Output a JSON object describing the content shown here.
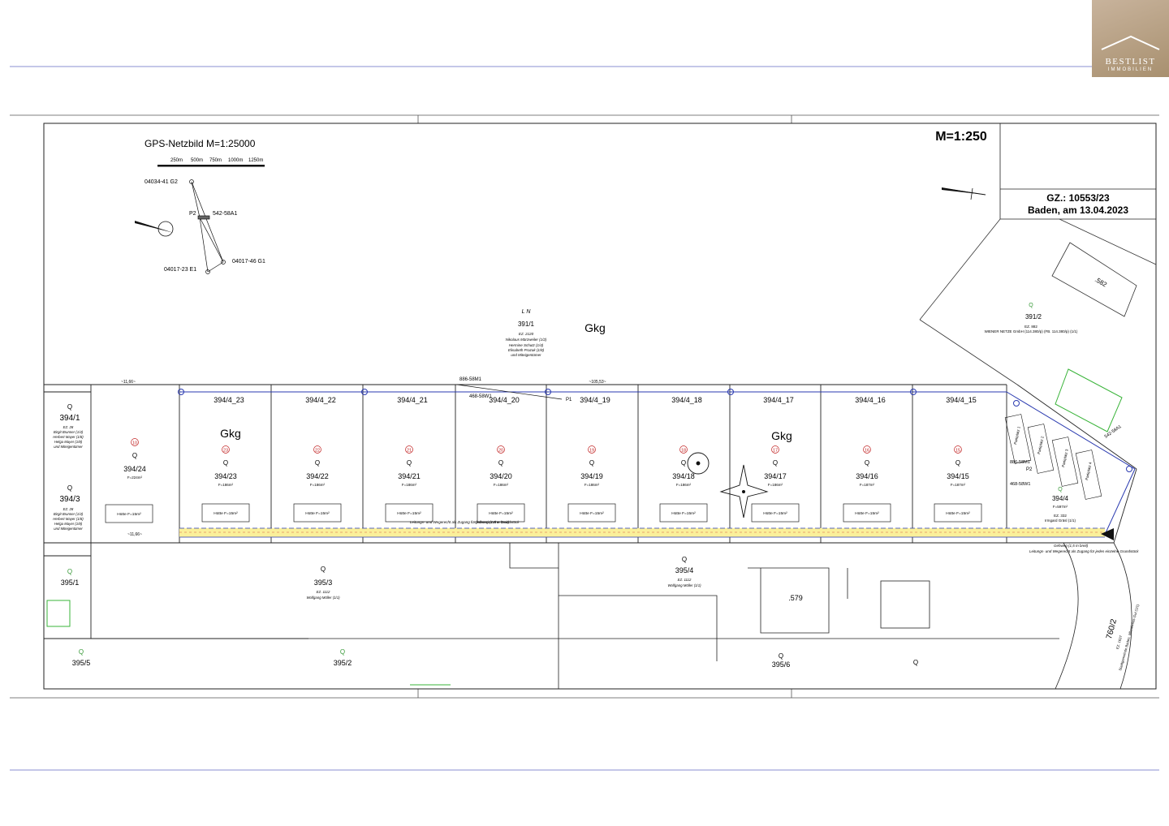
{
  "brand": {
    "name": "BESTLIST",
    "sub": "IMMOBILIEN"
  },
  "gps": {
    "title": "GPS-Netzbild  M=1:25000",
    "scale_ticks": [
      "250m",
      "500m",
      "750m",
      "1000m",
      "1250m"
    ],
    "points": [
      "04034-41 G2",
      "542-58A1",
      "P2",
      "04017-23 E1",
      "04017-46 G1"
    ]
  },
  "header": {
    "scale": "M=1:250",
    "gz": "GZ.: 10553/23",
    "place_date": "Baden, am 13.04.2023"
  },
  "labels": {
    "ln": "L N",
    "parcel_391_1": "391/1",
    "owners_391_1": [
      "EZ. 2120",
      "Nikolaus Märzweiler (1/2)",
      "Hermine Schutz (1/4)",
      "Elisabeth Prazak (1/8)",
      "und Miteigentümer"
    ],
    "gkg": "Gkg",
    "parcel_391_2": "391/2",
    "owner_391_2": [
      "EZ. 882",
      "WIENER NETZE GmbH (114.380/p) (FB. 114.380/p) (1/1)"
    ],
    "v582": ".582",
    "v579": ".579",
    "q": "Q",
    "p1": "P1",
    "p2": "P2",
    "m886": "886-58M1",
    "m468": "468-58W1",
    "m542": "542-58A1"
  },
  "plots": [
    {
      "num": "15",
      "parcel": "394/15",
      "area": "F=187m²",
      "top": "394/4_15"
    },
    {
      "num": "16",
      "parcel": "394/16",
      "area": "F=187m²",
      "top": "394/4_16"
    },
    {
      "num": "17",
      "parcel": "394/17",
      "area": "F=186m²",
      "top": "394/4_17"
    },
    {
      "num": "18",
      "parcel": "394/18",
      "area": "F=186m²",
      "top": "394/4_18"
    },
    {
      "num": "19",
      "parcel": "394/19",
      "area": "F=186m²",
      "top": "394/4_19"
    },
    {
      "num": "20",
      "parcel": "394/20",
      "area": "F=186m²",
      "top": "394/4_20"
    },
    {
      "num": "21",
      "parcel": "394/21",
      "area": "F=186m²",
      "top": "394/4_21"
    },
    {
      "num": "22",
      "parcel": "394/22",
      "area": "F=186m²",
      "top": "394/4_22"
    },
    {
      "num": "23",
      "parcel": "394/23",
      "area": "F=186m²",
      "top": "394/4_23"
    },
    {
      "num": "10",
      "parcel": "394/24",
      "area": "F=224m²",
      "top": ""
    }
  ],
  "hut": "Hütte F=15m²",
  "strip": {
    "path1": "Gehweg (1,5 m breit)",
    "path2": "Leitungs- und Wegerecht als Zugang für jedes einzelne Grundstück"
  },
  "parcel_394_4": {
    "label": "394/4",
    "area": "F=597m²",
    "owner": "EZ. 332",
    "name": "Irmgard Gräsl (1/1)"
  },
  "parking": [
    "Parkplatz 1",
    "Parkplatz 2",
    "Parkplatz 3",
    "Parkplatz 4"
  ],
  "left": {
    "p394_1": "394/1",
    "o394_1": [
      "EZ. 28",
      "Birgit Brunner (1/4)",
      "Herbert Mayer (1/8)",
      "Helga Mayer (1/8)",
      "und Miteigentümer"
    ],
    "p394_3": "394/3",
    "o394_3": [
      "EZ. 28",
      "Birgit Brunner (1/4)",
      "Herbert Mayer (1/8)",
      "Helga Mayer (1/8)",
      "und Miteigentümer"
    ],
    "p395_1": "395/1",
    "p395_5": "395/5"
  },
  "bottom": {
    "p395_3": "395/3",
    "o395_3": [
      "EZ. 1112",
      "Wolfgang Möller (1/1)"
    ],
    "p395_4": "395/4",
    "o395_4": [
      "EZ. 1112",
      "Wolfgang Möller (1/1)"
    ],
    "p395_2": "395/2",
    "p395_6": "395/6",
    "p760_2": "760/2",
    "o760_2": [
      "EZ. 1637",
      "Stadtgemeinde Baden, öffentliches Gut (1/1)"
    ]
  },
  "dims": {
    "width": "~11,66~",
    "long": "~105,53~"
  }
}
